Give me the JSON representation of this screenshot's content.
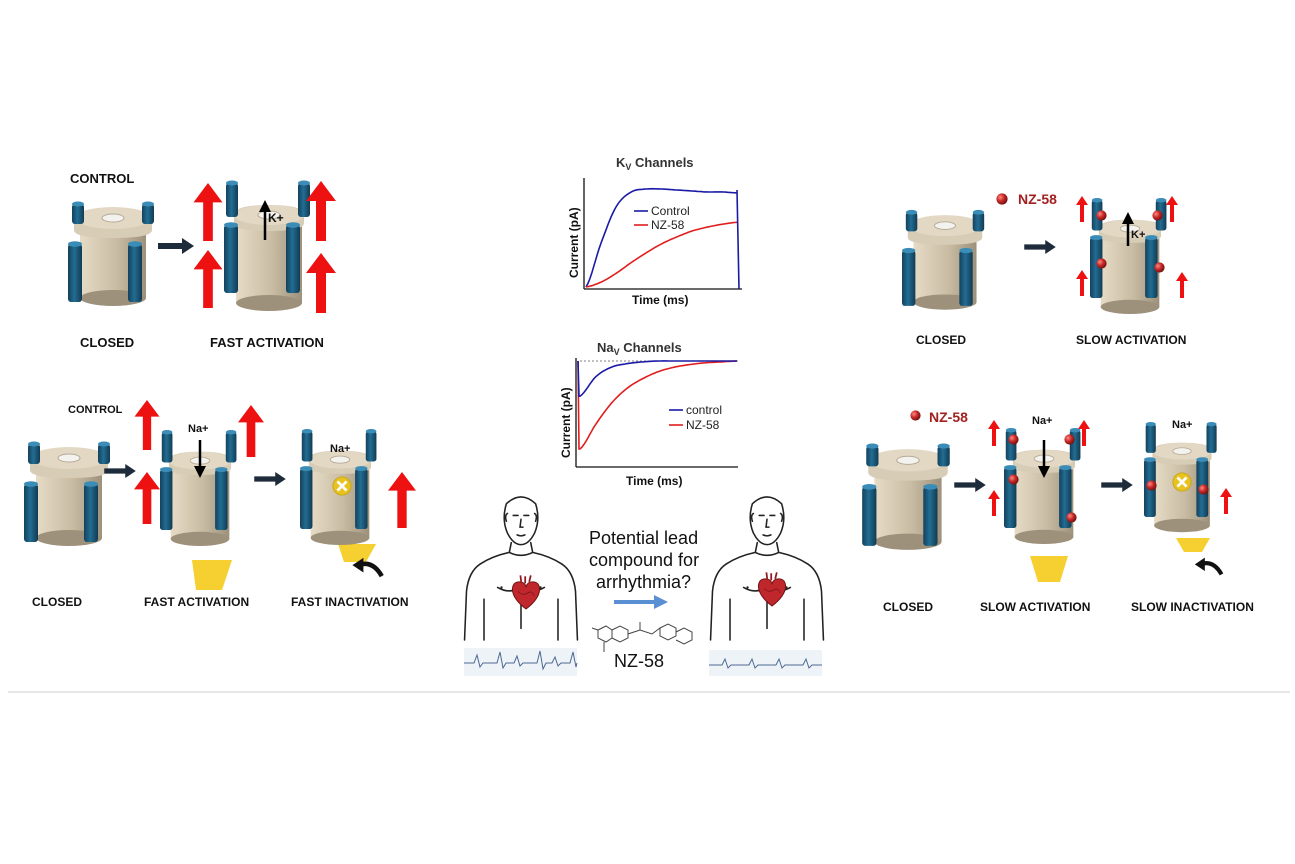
{
  "top_left": {
    "control": "CONTROL",
    "closed": "CLOSED",
    "fast_activation": "FAST ACTIVATION",
    "ion": "K+"
  },
  "bottom_left": {
    "control": "CONTROL",
    "closed": "CLOSED",
    "fast_activation": "FAST ACTIVATION",
    "fast_inactivation": "FAST INACTIVATION",
    "ion1": "Na+",
    "ion2": "Na+"
  },
  "top_right": {
    "compound": "NZ-58",
    "closed": "CLOSED",
    "slow_activation": "SLOW ACTIVATION",
    "ion": "K+"
  },
  "bottom_right": {
    "compound": "NZ-58",
    "closed": "CLOSED",
    "slow_activation": "SLOW ACTIVATION",
    "slow_inactivation": "SLOW INACTIVATION",
    "ion1": "Na+",
    "ion2": "Na+"
  },
  "center": {
    "question_line1": "Potential lead",
    "question_line2": "compound for",
    "question_line3": "arrhythmia?",
    "compound": "NZ-58"
  },
  "colors": {
    "pillar": "#1d5f82",
    "body": "#cbbfa8",
    "red_arrow": "#ee1111",
    "dark_arrow": "#1d2b3a",
    "control_trace": "#1a1aa6",
    "nz58_trace": "#e11d1d",
    "compound": "#a32020",
    "gate": "#f5d030"
  },
  "chart_data": [
    {
      "type": "line",
      "title_main": "K",
      "title_sub": "V",
      "title_rest": " Channels",
      "xlabel": "Time (ms)",
      "ylabel": "Current (pA)",
      "series": [
        {
          "name": "Control",
          "values": [
            0,
            0.45,
            0.82,
            0.97,
            1.0,
            1.0,
            0.99,
            0.98,
            0.97,
            0.97,
            0.96
          ]
        },
        {
          "name": "NZ-58",
          "values": [
            0,
            0.05,
            0.14,
            0.25,
            0.35,
            0.44,
            0.51,
            0.57,
            0.61,
            0.64,
            0.66
          ]
        }
      ]
    },
    {
      "type": "line",
      "title_main": "Na",
      "title_sub": "V",
      "title_rest": " Channels",
      "xlabel": "Time (ms)",
      "ylabel": "Current (pA)",
      "series": [
        {
          "name": "control",
          "values": [
            -0.4,
            -0.18,
            -0.07,
            -0.03,
            -0.01,
            0,
            0,
            0,
            0,
            0,
            0
          ]
        },
        {
          "name": "NZ-58",
          "values": [
            -1.0,
            -0.72,
            -0.48,
            -0.31,
            -0.2,
            -0.12,
            -0.07,
            -0.04,
            -0.02,
            -0.01,
            0
          ]
        }
      ]
    }
  ]
}
